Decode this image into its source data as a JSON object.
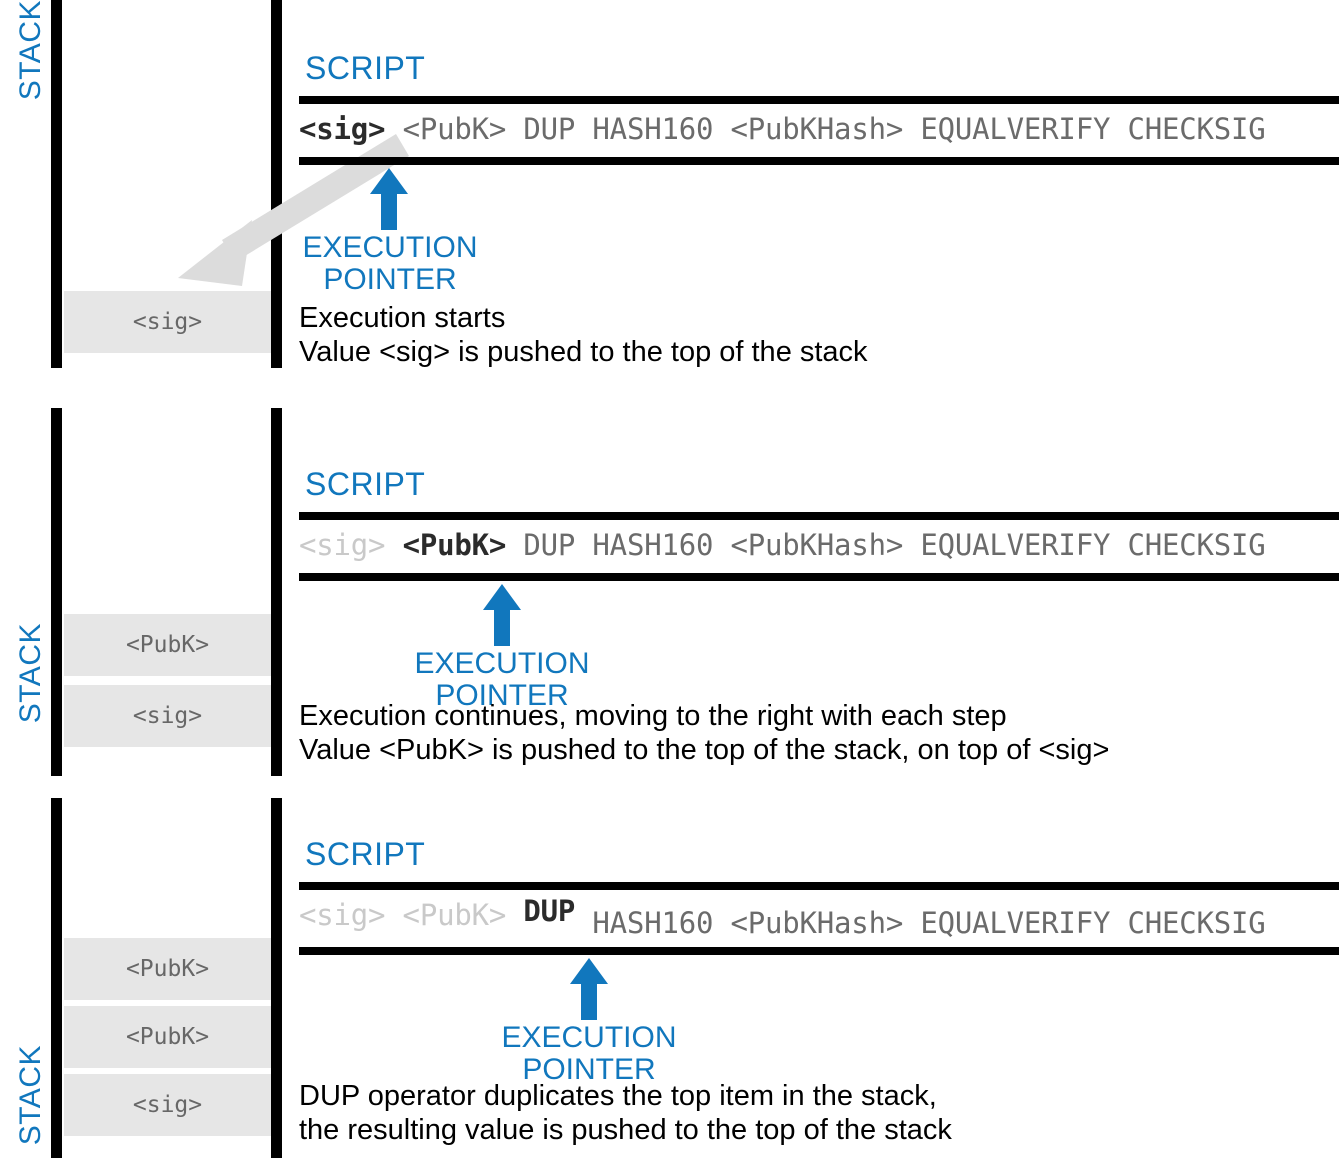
{
  "colors": {
    "accent_blue": "#1177BD",
    "rail_black": "#000000",
    "stack_cell_bg": "#E6E6E6",
    "stack_cell_text": "#676767",
    "token_consumed": "#C9C9C9",
    "token_active": "#2B2B2B",
    "token_pending": "#6B6B6B",
    "grey_arrow": "#DCDCDC"
  },
  "labels": {
    "stack": "STACK",
    "script": "SCRIPT",
    "execution_pointer_line1": "EXECUTION",
    "execution_pointer_line2": "POINTER"
  },
  "icons": {
    "execution_pointer": "up-arrow-icon",
    "push_indicator": "diagonal-arrow-icon"
  },
  "panels": [
    {
      "id": "step-1",
      "script_tokens": [
        {
          "text": "<sig>",
          "state": "active"
        },
        {
          "text": "<PubK>",
          "state": "pending"
        },
        {
          "text": "DUP",
          "state": "pending"
        },
        {
          "text": "HASH160",
          "state": "pending"
        },
        {
          "text": "<PubKHash>",
          "state": "pending"
        },
        {
          "text": "EQUALVERIFY",
          "state": "pending"
        },
        {
          "text": "CHECKSIG",
          "state": "pending"
        }
      ],
      "script_text_consumed": "",
      "script_text_active": "<sig>",
      "script_text_rest": " <PubK> DUP HASH160 <PubKHash> EQUALVERIFY CHECKSIG",
      "stack": [
        "<sig>"
      ],
      "description_line1": "Execution starts",
      "description_line2": "Value <sig> is pushed to the top of the stack"
    },
    {
      "id": "step-2",
      "script_tokens": [
        {
          "text": "<sig>",
          "state": "consumed"
        },
        {
          "text": "<PubK>",
          "state": "active"
        },
        {
          "text": "DUP",
          "state": "pending"
        },
        {
          "text": "HASH160",
          "state": "pending"
        },
        {
          "text": "<PubKHash>",
          "state": "pending"
        },
        {
          "text": "EQUALVERIFY",
          "state": "pending"
        },
        {
          "text": "CHECKSIG",
          "state": "pending"
        }
      ],
      "script_text_consumed": "<sig> ",
      "script_text_active": "<PubK>",
      "script_text_rest": " DUP HASH160 <PubKHash> EQUALVERIFY CHECKSIG",
      "stack": [
        "<PubK>",
        "<sig>"
      ],
      "description_line1": "Execution continues, moving to the right with each step",
      "description_line2": "Value <PubK> is pushed to the top of the stack, on top of <sig>"
    },
    {
      "id": "step-3",
      "script_tokens": [
        {
          "text": "<sig>",
          "state": "consumed"
        },
        {
          "text": "<PubK>",
          "state": "consumed"
        },
        {
          "text": "DUP",
          "state": "active"
        },
        {
          "text": "HASH160",
          "state": "pending"
        },
        {
          "text": "<PubKHash>",
          "state": "pending"
        },
        {
          "text": "EQUALVERIFY",
          "state": "pending"
        },
        {
          "text": "CHECKSIG",
          "state": "pending"
        }
      ],
      "script_text_consumed": "<sig> <PubK> ",
      "script_text_active": "DUP",
      "script_text_rest": " HASH160 <PubKHash> EQUALVERIFY CHECKSIG",
      "stack": [
        "<PubK>",
        "<PubK>",
        "<sig>"
      ],
      "description_line1": "DUP operator duplicates the top item in the stack,",
      "description_line2": "the resulting value is pushed to the top of the stack"
    }
  ]
}
